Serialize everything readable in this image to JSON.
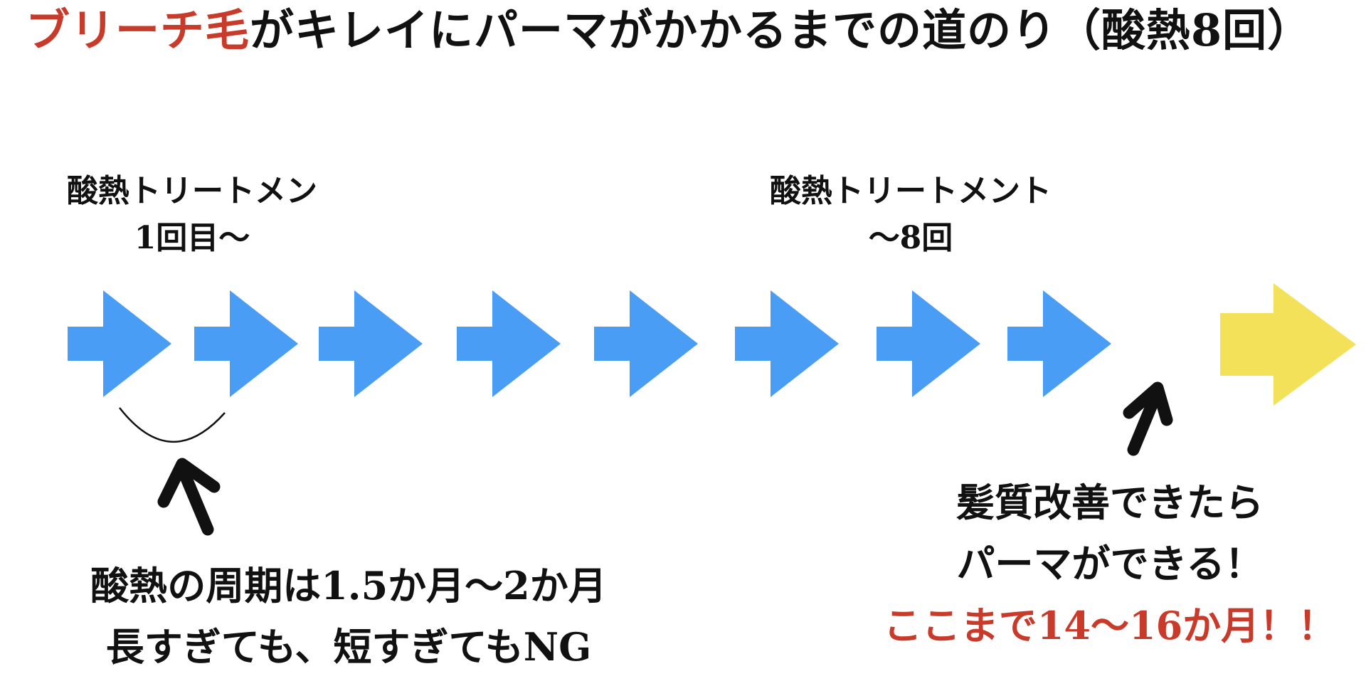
{
  "title": {
    "highlight": "ブリーチ毛",
    "rest": "がキレイにパーマがかかるまでの道のり（酸熱8回）"
  },
  "start_label": {
    "line1": "酸熱トリートメン",
    "line2": "1回目〜"
  },
  "end_label": {
    "line1": "酸熱トリートメント",
    "line2": "〜8回"
  },
  "cycle_note": {
    "line1": "酸熱の周期は1.5か月〜2か月",
    "line2": "長すぎても、短すぎてもNG"
  },
  "result_note": {
    "line1": "髪質改善できたら",
    "line2": "パーマができる！",
    "line3": "ここまで14〜16か月！！"
  },
  "colors": {
    "treatment_arrow": "#4a9df5",
    "result_arrow": "#f4e15a",
    "accent_red": "#c83a2a",
    "pointer": "#111111"
  },
  "flow": {
    "treatment_steps": 8,
    "result_steps": 1
  }
}
